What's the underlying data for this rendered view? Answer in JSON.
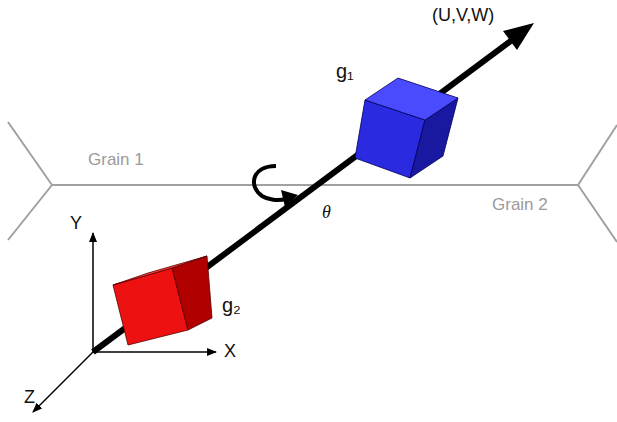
{
  "diagram": {
    "labels": [
      "(U,V,W)",
      "g₁",
      "Grain 1",
      "Grain 2",
      "θ",
      "Y",
      "X",
      "Z",
      "g₂"
    ]
  }
}
